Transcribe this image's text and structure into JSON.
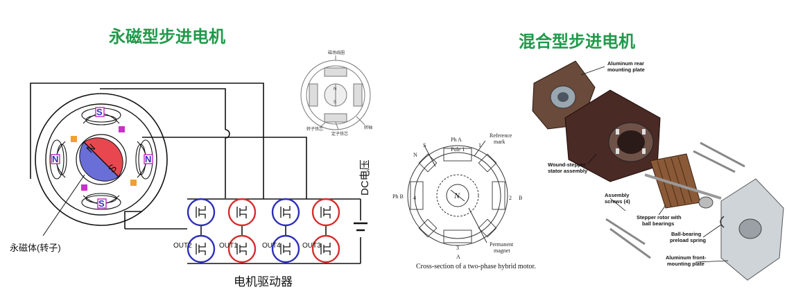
{
  "titles": {
    "pm_stepper": "永磁型步进电机",
    "hybrid_stepper": "混合型步进电机"
  },
  "left_diagram": {
    "rotor_caption": "永磁体(转子)",
    "driver_caption": "电机驱动器",
    "dc_label": "DC电压",
    "rotor_poles": [
      "N",
      "S"
    ],
    "stator_pole_marks": [
      "S",
      "N",
      "N",
      "S"
    ],
    "outputs": [
      "OUT2",
      "OUT1",
      "OUT4",
      "OUT3"
    ]
  },
  "small_cross_section": {
    "labels_top": "磁场线圈",
    "labels_bottom_left": "转子铁芯",
    "labels_bottom_right": "转轴",
    "labels_bottom_center": "定子铁芯",
    "rotor_poles": [
      "N",
      "S"
    ]
  },
  "hybrid_cross_section": {
    "labels": {
      "pha": "Ph A",
      "phb": "Ph B",
      "n": "N",
      "s": "S",
      "pole1": "Pole 1",
      "reference_mark": "Reference\nmark",
      "permanent_magnet": "Permanent\nmagnet",
      "num1": "1",
      "num2": "2",
      "num3": "3",
      "num4": "4",
      "a": "A",
      "b": "B",
      "rotor_n": "N"
    },
    "caption": "Cross-section of a two-phase hybrid motor."
  },
  "exploded_view": {
    "labels": {
      "rear_plate": "Aluminum rear\nmounting plate",
      "stator": "Wound-stepper\nstator assembly",
      "screws": "Assembly\nscrews (4)",
      "rotor": "Stepper rotor with\nball bearings",
      "spring": "Ball-bearing\npreload spring",
      "front_plate": "Aluminum front-\nmounting plate"
    }
  },
  "colors": {
    "title_green": "#1f9a4a",
    "rotor_blue": "#6a6fd8",
    "rotor_red": "#e8474f",
    "transistor_blue": "#2d2fb8",
    "transistor_red": "#d62d2d",
    "pole_magenta": "#c832c8",
    "pole_orange": "#f0a030"
  }
}
